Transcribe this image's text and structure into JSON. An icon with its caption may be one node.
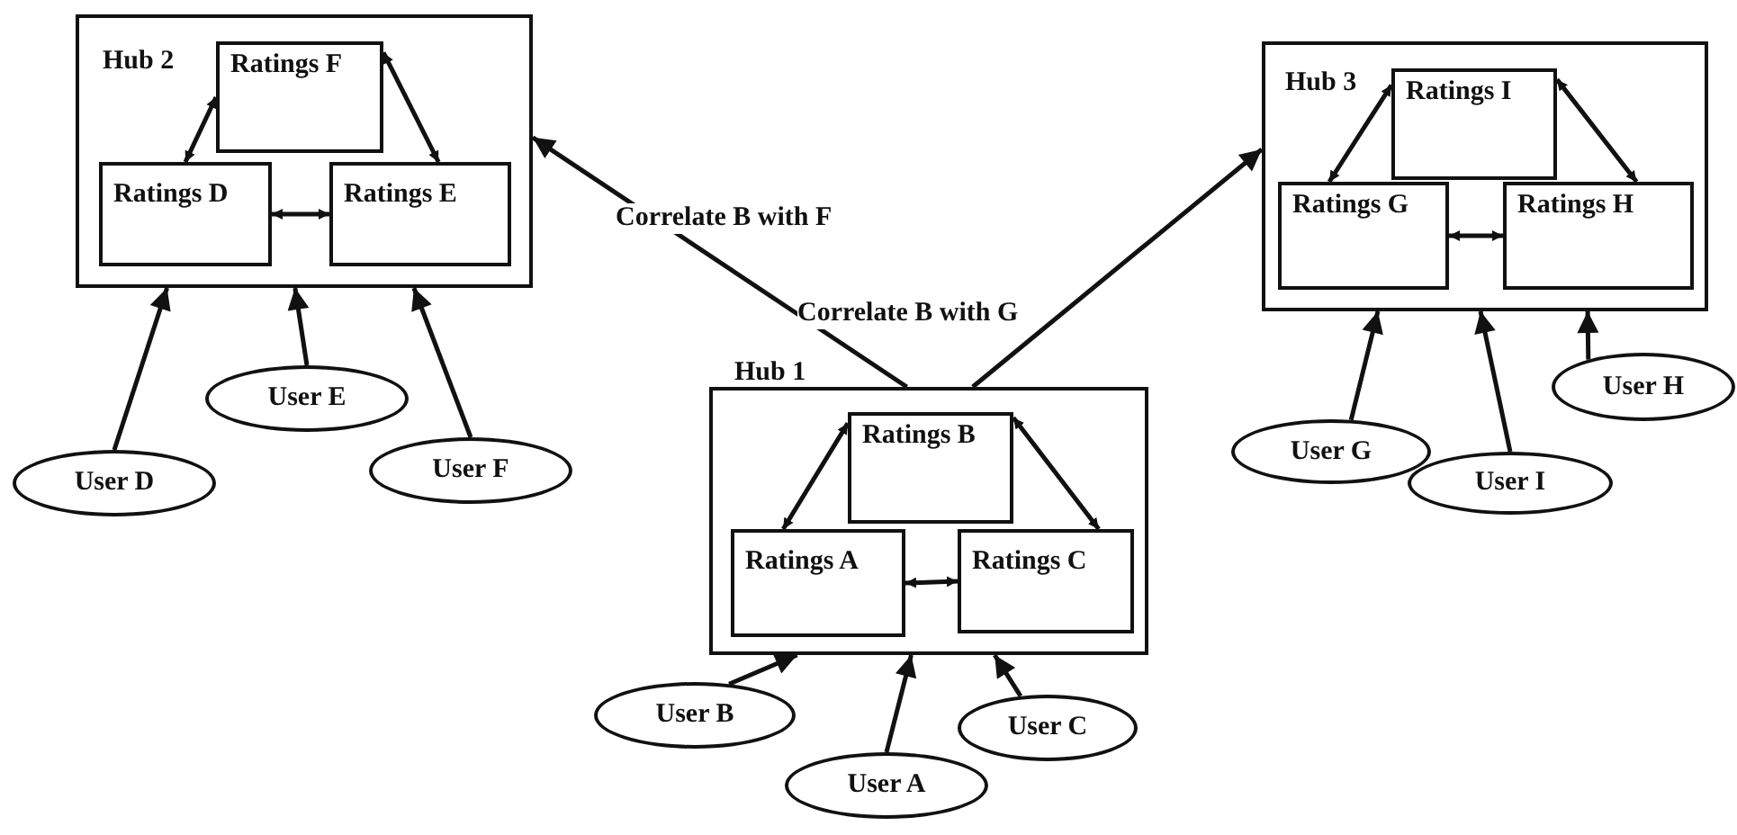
{
  "diagram": {
    "nodes": [
      {
        "text": [
          "Hub 2"
        ]
      },
      {
        "text": [
          "Ratings F"
        ],
        "in": 0
      },
      {
        "text": [
          "Ratings D"
        ],
        "in": 0
      },
      {
        "text": [
          "Ratings E"
        ],
        "in": 0
      },
      {
        "text": [
          "User E"
        ]
      },
      {
        "text": [
          "User D"
        ]
      },
      {
        "text": [
          "User F"
        ]
      },
      {
        "text": [
          "Hub 1"
        ]
      },
      {
        "text": [
          "Ratings B"
        ],
        "in": 7
      },
      {
        "text": [
          "Ratings A"
        ],
        "in": 7
      },
      {
        "text": [
          "Ratings C"
        ],
        "in": 7
      },
      {
        "text": [
          "User B"
        ]
      },
      {
        "text": [
          "User A"
        ]
      },
      {
        "text": [
          "User C"
        ]
      },
      {
        "text": [
          "Hub 3"
        ]
      },
      {
        "text": [
          "Ratings I"
        ],
        "in": 14
      },
      {
        "text": [
          "Ratings G"
        ],
        "in": 14
      },
      {
        "text": [
          "Ratings H"
        ],
        "in": 14
      },
      {
        "text": [
          "User G"
        ]
      },
      {
        "text": [
          "User I"
        ]
      },
      {
        "text": [
          "User H"
        ]
      }
    ],
    "edges": [
      {
        "from": 1,
        "to": 2,
        "arrow": "both"
      },
      {
        "from": 1,
        "to": 3,
        "arrow": "both"
      },
      {
        "from": 2,
        "to": 3,
        "arrow": "both"
      },
      {
        "from": 5,
        "to": 0,
        "arrow": "to"
      },
      {
        "from": 4,
        "to": 0,
        "arrow": "to"
      },
      {
        "from": 6,
        "to": 0,
        "arrow": "to"
      },
      {
        "from": 7,
        "to": 0,
        "arrow": "to",
        "label": "Correlate B with F"
      },
      {
        "from": 7,
        "to": 14,
        "arrow": "to",
        "label": "Correlate B with G"
      },
      {
        "from": 8,
        "to": 9,
        "arrow": "both"
      },
      {
        "from": 8,
        "to": 10,
        "arrow": "both"
      },
      {
        "from": 9,
        "to": 10,
        "arrow": "both"
      },
      {
        "from": 11,
        "to": 7,
        "arrow": "to"
      },
      {
        "from": 12,
        "to": 7,
        "arrow": "to"
      },
      {
        "from": 13,
        "to": 7,
        "arrow": "to"
      },
      {
        "from": 15,
        "to": 16,
        "arrow": "both"
      },
      {
        "from": 15,
        "to": 17,
        "arrow": "both"
      },
      {
        "from": 16,
        "to": 17,
        "arrow": "both"
      },
      {
        "from": 18,
        "to": 14,
        "arrow": "to"
      },
      {
        "from": 19,
        "to": 14,
        "arrow": "to"
      },
      {
        "from": 20,
        "to": 14,
        "arrow": "to"
      }
    ]
  }
}
